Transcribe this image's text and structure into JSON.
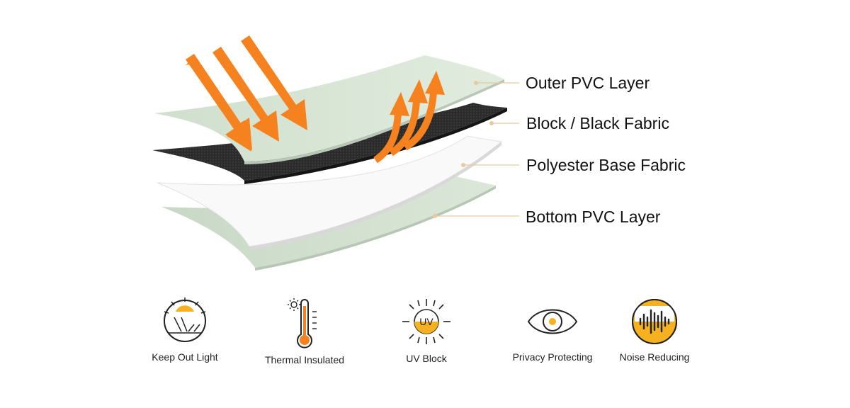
{
  "layers": [
    {
      "label": "Outer PVC Layer"
    },
    {
      "label": "Block / Black Fabric"
    },
    {
      "label": "Polyester Base Fabric"
    },
    {
      "label": "Bottom PVC Layer"
    }
  ],
  "features": [
    {
      "label": "Keep Out Light",
      "icon": "sun-light-icon"
    },
    {
      "label": "Thermal Insulated",
      "icon": "thermometer-icon"
    },
    {
      "label": "UV Block",
      "icon": "uv-sun-icon",
      "icon_text": "UV"
    },
    {
      "label": "Privacy Protecting",
      "icon": "eye-icon"
    },
    {
      "label": "Noise Reducing",
      "icon": "sound-wave-icon"
    }
  ],
  "colors": {
    "accent_orange": "#F5821F",
    "icon_yellow": "#F5B120",
    "pvc_green": "#D5E3D2",
    "black_fabric": "#2A2A2A",
    "polyester_white": "#F8F8F8",
    "leader_line": "#E8C9A0"
  }
}
